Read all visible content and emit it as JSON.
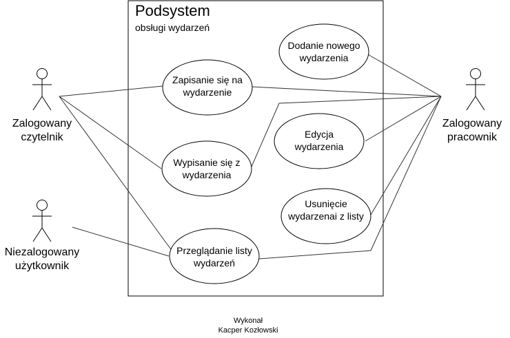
{
  "system": {
    "title": "Podsystem",
    "subtitle": "obsługi wydarzeń"
  },
  "actors": {
    "reader": "Zalogowany czytelnik",
    "employee": "Zalogowany pracownik",
    "guest": "Niezalogowany użytkownik"
  },
  "use_cases": {
    "add_event": "Dodanie nowego wydarzenia",
    "sign_up": "Zapisanie się na wydarzenie",
    "edit_event": "Edycja wydarzenia",
    "sign_out": "Wypisanie się z wydarzenia",
    "remove_event": "Usunięcie wydarzenai z listy",
    "browse_events": "Przeglądanie listy wydarzeń"
  },
  "footer": {
    "made_by": "Wykonał",
    "author": "Kacper Kozłowski"
  }
}
